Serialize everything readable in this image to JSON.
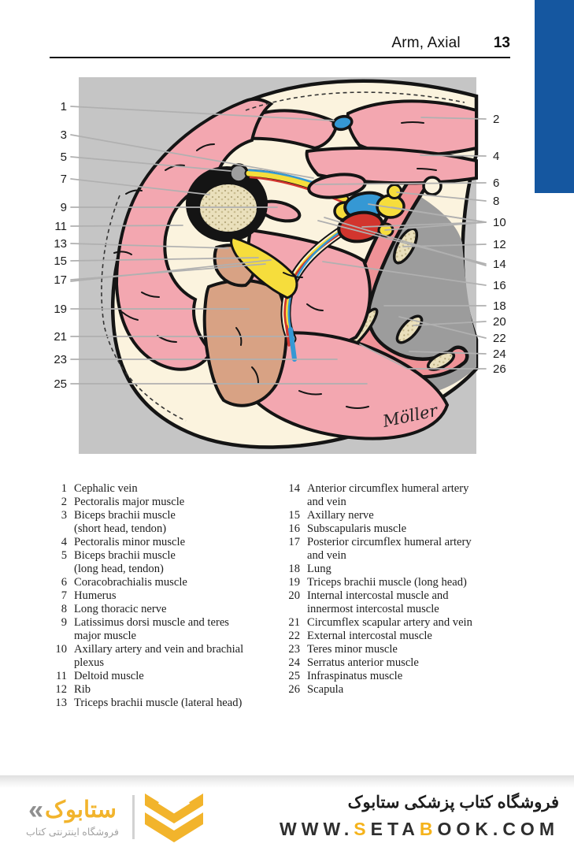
{
  "header": {
    "title": "Arm, Axial",
    "page_number": "13"
  },
  "corner_marker": {
    "color": "#1557a0"
  },
  "figure": {
    "signature": "Möller",
    "colors": {
      "canvas_gray": "#c5c5c5",
      "lung_gray": "#9c9c9c",
      "skin_cream": "#fbf3de",
      "muscle_pink": "#f3a7b0",
      "intercostal_salmon": "#ef9297",
      "triceps_tan": "#d8a284",
      "vein_blue": "#3598d4",
      "artery_red": "#d2352e",
      "nerve_yellow": "#f6dd3c",
      "bone_beige": "#eae0bc",
      "outline_black": "#141414",
      "leader_gray": "#b0b0b0"
    }
  },
  "legend": {
    "items": [
      {
        "num": "1",
        "text": "Cephalic vein"
      },
      {
        "num": "2",
        "text": "Pectoralis major muscle"
      },
      {
        "num": "3",
        "text": "Biceps brachii muscle\n(short head, tendon)"
      },
      {
        "num": "4",
        "text": "Pectoralis minor muscle"
      },
      {
        "num": "5",
        "text": "Biceps brachii muscle\n(long head, tendon)"
      },
      {
        "num": "6",
        "text": "Coracobrachialis muscle"
      },
      {
        "num": "7",
        "text": "Humerus"
      },
      {
        "num": "8",
        "text": "Long thoracic nerve"
      },
      {
        "num": "9",
        "text": "Latissimus dorsi muscle and teres\nmajor muscle"
      },
      {
        "num": "10",
        "text": "Axillary artery and vein and brachial\nplexus"
      },
      {
        "num": "11",
        "text": "Deltoid muscle"
      },
      {
        "num": "12",
        "text": "Rib"
      },
      {
        "num": "13",
        "text": "Triceps brachii muscle (lateral head)"
      },
      {
        "num": "14",
        "text": "Anterior circumflex humeral artery\nand vein"
      },
      {
        "num": "15",
        "text": "Axillary nerve"
      },
      {
        "num": "16",
        "text": "Subscapularis muscle"
      },
      {
        "num": "17",
        "text": "Posterior circumflex humeral artery\nand vein"
      },
      {
        "num": "18",
        "text": "Lung"
      },
      {
        "num": "19",
        "text": "Triceps brachii muscle (long head)"
      },
      {
        "num": "20",
        "text": "Internal intercostal muscle and\ninnermost intercostal muscle"
      },
      {
        "num": "21",
        "text": "Circumflex scapular artery and vein"
      },
      {
        "num": "22",
        "text": "External intercostal muscle"
      },
      {
        "num": "23",
        "text": "Teres minor muscle"
      },
      {
        "num": "24",
        "text": "Serratus anterior muscle"
      },
      {
        "num": "25",
        "text": "Infraspinatus muscle"
      },
      {
        "num": "26",
        "text": "Scapula"
      }
    ]
  },
  "footer": {
    "brand_yellow": "#f2b42c",
    "logo": {
      "wordmark": "ستابوک",
      "tagline": "فروشگاه اینترنتی کتاب"
    },
    "title": "فروشگاه کتاب پزشکی ستابوک",
    "url_segments": [
      {
        "text": "WWW.",
        "color": "#2e2e2e"
      },
      {
        "text": "S",
        "color": "#f5b31b"
      },
      {
        "text": "ETA",
        "color": "#2e2e2e"
      },
      {
        "text": "B",
        "color": "#f5b31b"
      },
      {
        "text": "OOK.COM",
        "color": "#2e2e2e"
      }
    ]
  }
}
